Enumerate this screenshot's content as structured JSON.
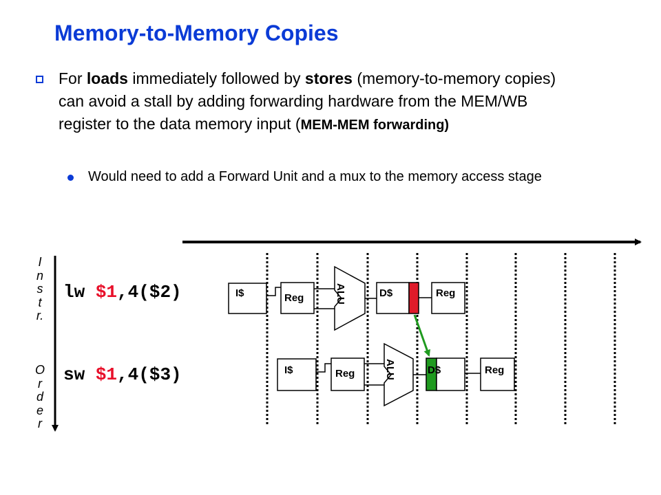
{
  "slide": {
    "title": "Memory-to-Memory Copies",
    "bullet1": {
      "t1": "For ",
      "b1": "loads",
      "t2": " immediately followed by ",
      "b2": "stores",
      "t3": " (memory-to-memory copies) can avoid a stall by adding forwarding hardware from the MEM/WB register to the data memory input (",
      "b3": "MEM-MEM forwarding)"
    },
    "bullet2": "Would need to add a Forward Unit and a mux to the memory access stage",
    "axis_label_top": [
      "I",
      "n",
      "s",
      "t",
      "r."
    ],
    "axis_label_bottom": [
      "O",
      "r",
      "d",
      "e",
      "r"
    ],
    "instructions": [
      {
        "op": "lw ",
        "reg": "$1",
        "rest": ",4($2)"
      },
      {
        "op": "sw ",
        "reg": "$1",
        "rest": ",4($3)"
      }
    ],
    "stages": {
      "imem": "I$",
      "reg": "Reg",
      "alu": "ALU",
      "dmem": "D$"
    },
    "colors": {
      "title": "#0b3bd6",
      "register_highlight": "#e8102a",
      "load_pipeline_reg": "#e01b2a",
      "store_pipeline_reg": "#1f9a1f",
      "forward_arrow": "#1f9a1f"
    }
  }
}
